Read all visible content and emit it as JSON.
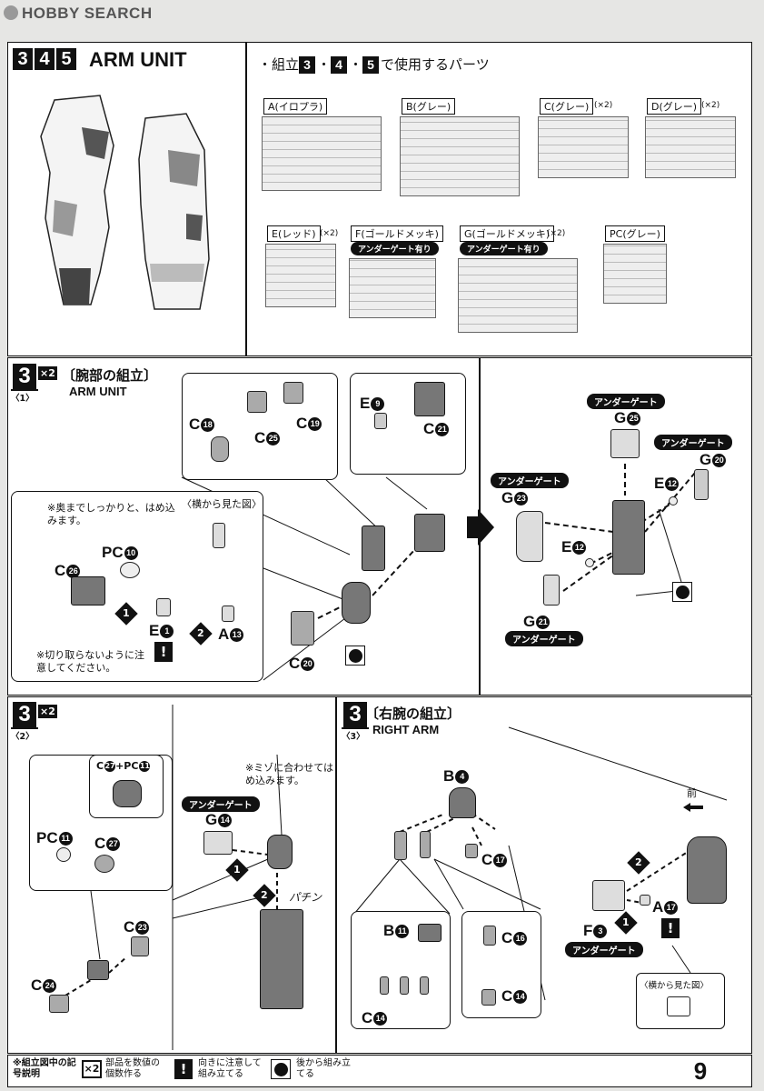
{
  "brand": "HOBBY SEARCH",
  "header": {
    "step_numbers": [
      "3",
      "4",
      "5"
    ],
    "title": "ARM UNIT",
    "parts_intro": "・組立",
    "parts_intro_steps": [
      "3",
      "4",
      "5"
    ],
    "parts_intro_suffix": "で使用するパーツ"
  },
  "runners": [
    {
      "label": "A(イロプラ)",
      "qty": ""
    },
    {
      "label": "B(グレー)",
      "qty": ""
    },
    {
      "label": "C(グレー)",
      "qty": "(×2)"
    },
    {
      "label": "D(グレー)",
      "qty": "(×2)"
    },
    {
      "label": "E(レッド)",
      "qty": "(×2)"
    },
    {
      "label": "F(ゴールドメッキ)",
      "qty": "",
      "note": "アンダーゲート有り"
    },
    {
      "label": "G(ゴールドメッキ)",
      "qty": "(×2)",
      "note": "アンダーゲート有り"
    },
    {
      "label": "PC(グレー)",
      "qty": ""
    }
  ],
  "step3_1": {
    "num": "3",
    "mult": "×2",
    "sub": "〈1〉",
    "title": "〔腕部の組立〕",
    "subtitle": "ARM UNIT",
    "note_top": "※奥までしっかりと、はめ込みます。",
    "side_view": "〈横から見た図〉",
    "note_bottom": "※切り取らないように注意してください。",
    "underGate": "アンダーゲート",
    "parts": {
      "c18": "C",
      "c18n": "18",
      "c25": "C",
      "c25n": "25",
      "c19": "C",
      "c19n": "19",
      "e9": "E",
      "e9n": "9",
      "c21": "C",
      "c21n": "21",
      "pc10": "PC",
      "pc10n": "10",
      "c26": "C",
      "c26n": "26",
      "e1": "E",
      "e1n": "1",
      "a13": "A",
      "a13n": "13",
      "c20": "C",
      "c20n": "20",
      "g25": "G",
      "g25n": "25",
      "g20": "G",
      "g20n": "20",
      "e12a": "E",
      "e12an": "12",
      "g23": "G",
      "g23n": "23",
      "e12b": "E",
      "e12bn": "12",
      "g21": "G",
      "g21n": "21"
    },
    "arrow_steps": [
      "1",
      "2"
    ]
  },
  "step3_2": {
    "num": "3",
    "mult": "×2",
    "sub": "〈2〉",
    "combo": "C",
    "combo_n1": "27",
    "combo_mid": "+PC",
    "combo_n2": "11",
    "note": "※ミゾに合わせてはめ込みます。",
    "sound": "パチン",
    "underGate": "アンダーゲート",
    "parts": {
      "pc11": "PC",
      "pc11n": "11",
      "c27": "C",
      "c27n": "27",
      "c23": "C",
      "c23n": "23",
      "c24": "C",
      "c24n": "24",
      "g14": "G",
      "g14n": "14"
    },
    "arrow_steps": [
      "1",
      "2"
    ]
  },
  "step3_3": {
    "num": "3",
    "sub": "〈3〉",
    "title": "〔右腕の組立〕",
    "subtitle": "RIGHT ARM",
    "front": "前",
    "side_view": "〈横から見た図〉",
    "underGate": "アンダーゲート",
    "parts": {
      "b4": "B",
      "b4n": "4",
      "c17": "C",
      "c17n": "17",
      "b11": "B",
      "b11n": "11",
      "c14a": "C",
      "c14an": "14",
      "c16": "C",
      "c16n": "16",
      "c14b": "C",
      "c14bn": "14",
      "a17": "A",
      "a17n": "17",
      "f3": "F",
      "f3n": "3"
    },
    "arrow_steps": [
      "2",
      "1"
    ]
  },
  "legend": {
    "head": "※組立図中の記号説明",
    "items": [
      {
        "icon": "×2",
        "text": "部品を数値の個数作る"
      },
      {
        "icon": "!",
        "text": "向きに注意して組み立てる"
      },
      {
        "icon": "",
        "text": "後から組み立てる"
      }
    ]
  },
  "page_number": "9"
}
